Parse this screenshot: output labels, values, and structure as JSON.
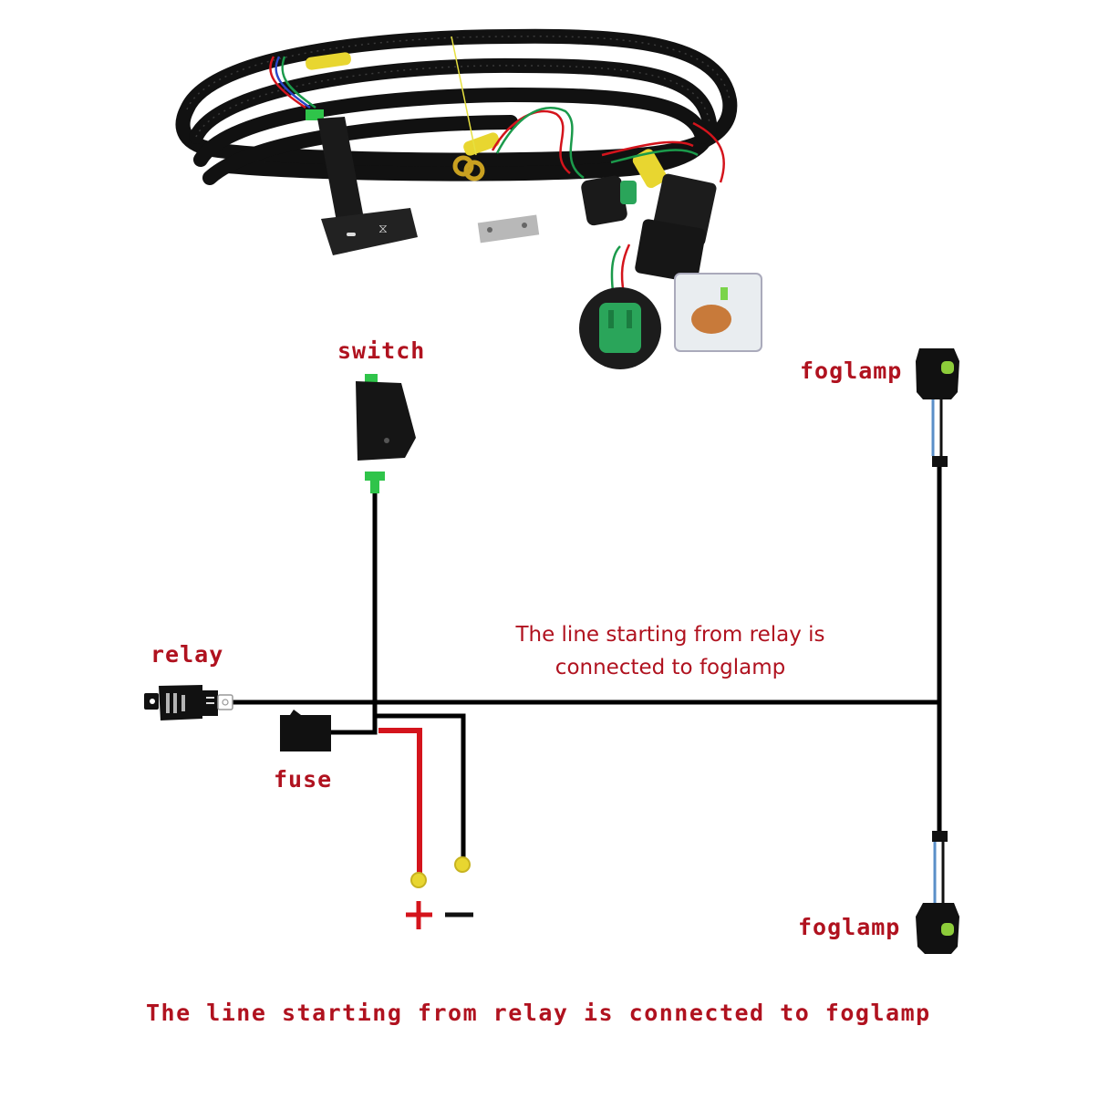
{
  "photo": {
    "title": "Fog light wiring harness kit",
    "components": [
      "coiled black wiring loom",
      "fog light switch",
      "ring terminals",
      "H11 connector sockets",
      "relay with fuse holder",
      "mounting bracket"
    ],
    "switch_symbol": "fog-light-icon"
  },
  "labels": {
    "switch": "switch",
    "relay": "relay",
    "fuse": "fuse",
    "foglamp_top": "foglamp",
    "foglamp_bottom": "foglamp"
  },
  "battery": {
    "positive": "+",
    "negative": "−"
  },
  "note": {
    "line1": "The line starting from relay is",
    "line2": "connected to foglamp"
  },
  "caption": "The line starting from relay is connected to foglamp",
  "colors": {
    "label_red": "#b0121f",
    "wire_black": "#000000",
    "wire_red": "#d4141c",
    "terminal_yellow": "#e8d630",
    "switch_connector_green": "#2fc44a",
    "foglamp_wire_blue": "#5a8fc8"
  }
}
